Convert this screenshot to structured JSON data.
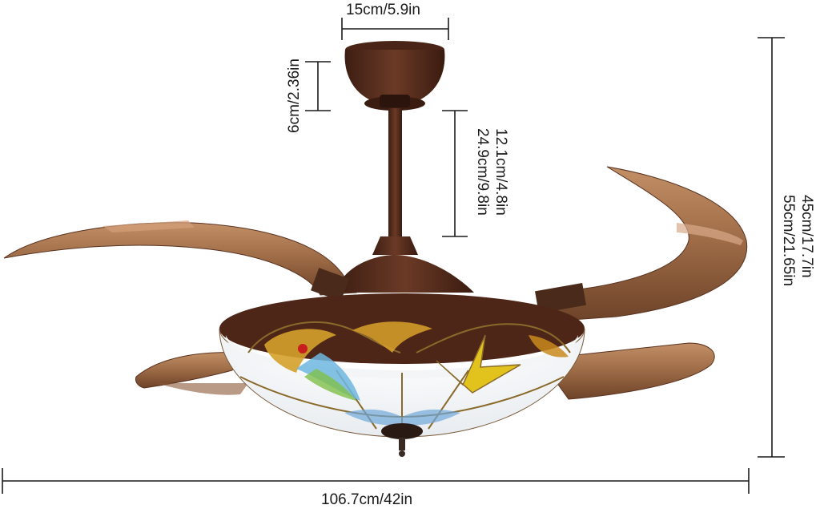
{
  "dimensions": {
    "canopy_width": "15cm/5.9in",
    "canopy_height": "6cm/2.36in",
    "downrod_short": "12.1cm/4.8in",
    "downrod_long": "24.9cm/9.8in",
    "height_short": "45cm/17.7in",
    "height_long": "55cm/21.65in",
    "diameter": "106.7cm/42in"
  },
  "colors": {
    "bronze": "#5a2e1e",
    "blade": "#b07a52",
    "dimension_line": "#1a1a1a"
  }
}
